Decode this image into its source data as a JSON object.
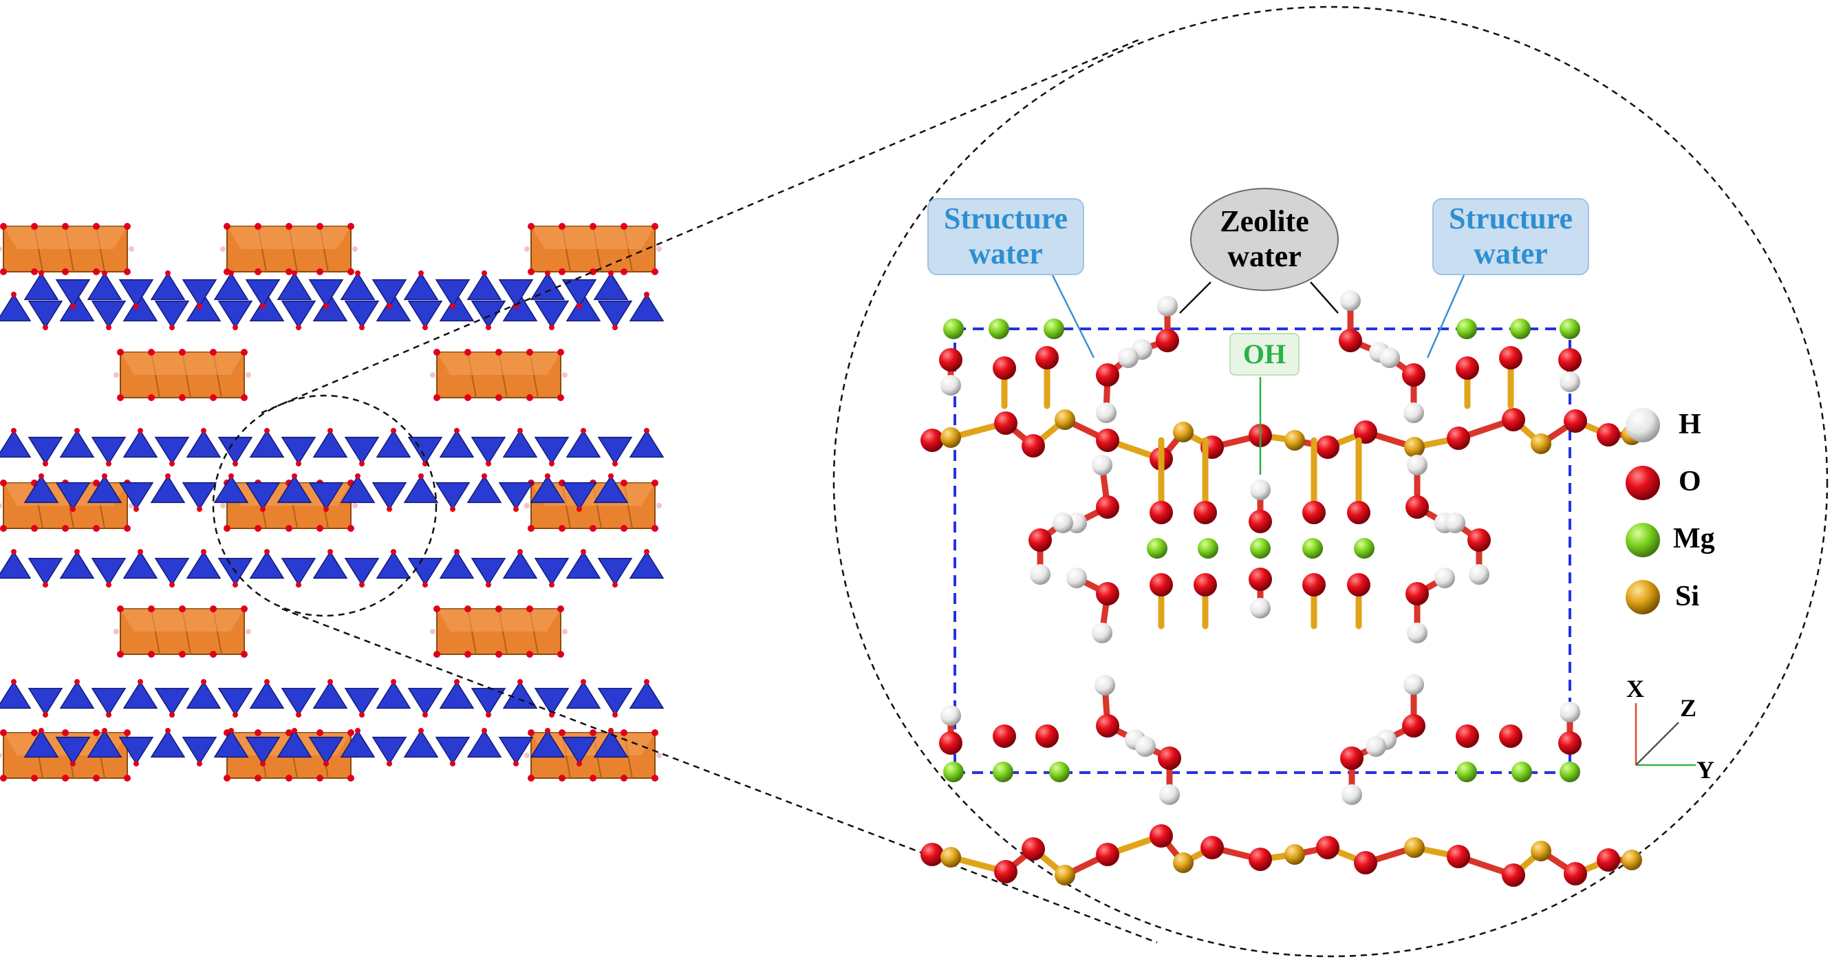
{
  "callouts": {
    "structure_water_left": [
      "Structure",
      "water"
    ],
    "zeolite_water": [
      "Zeolite",
      "water"
    ],
    "structure_water_right": [
      "Structure",
      "water"
    ],
    "oh": "OH"
  },
  "legend": [
    {
      "label": "H",
      "color": "#ececec"
    },
    {
      "label": "O",
      "color": "#e0001a"
    },
    {
      "label": "Mg",
      "color": "#7ed321"
    },
    {
      "label": "Si",
      "color": "#e0a41a"
    }
  ],
  "axes": {
    "x": "X",
    "y": "Y",
    "z": "Z"
  },
  "colors": {
    "octahedra": "#e9822e",
    "tetrahedra": "#2a3bd1",
    "oxygen": "#e0001a",
    "hydrogen": "#ececec",
    "magnesium": "#7ed321",
    "silicon": "#e0a41a",
    "cell_outline": "#2433e0"
  }
}
